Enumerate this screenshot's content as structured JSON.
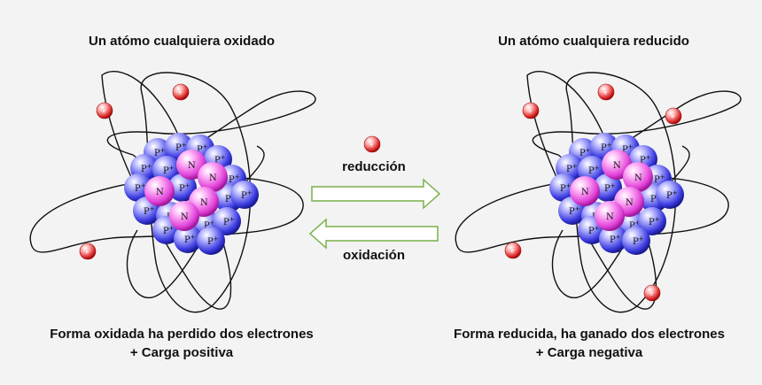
{
  "left": {
    "title": "Un atómo cualquiera oxidado",
    "caption_line1": "Forma oxidada ha perdido dos electrones",
    "caption_line2": "+ Carga positiva"
  },
  "right": {
    "title": "Un atómo cualquiera reducido",
    "caption_line1": "Forma reducida, ha ganado dos electrones",
    "caption_line2": "+ Carga negativa"
  },
  "center": {
    "top_arrow_label": "reducción",
    "bottom_arrow_label": "oxidación"
  },
  "particle_labels": {
    "proton": "P",
    "proton_sup": "+",
    "neutron": "N",
    "electron": "e"
  },
  "colors": {
    "proton": "#3a3ae0",
    "neutron": "#e040d8",
    "electron": "#d82020",
    "arrow_stroke": "#7ab04a"
  }
}
